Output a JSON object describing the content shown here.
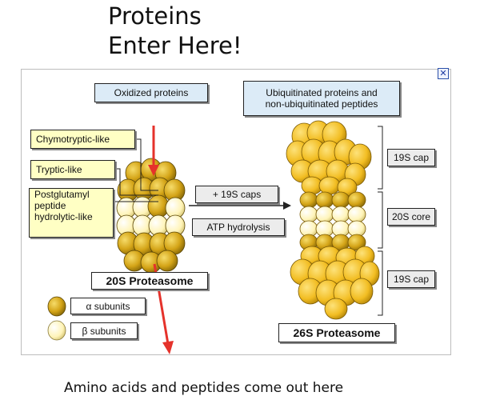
{
  "title": {
    "line1": "Proteins",
    "line2": "Enter Here!"
  },
  "labels": {
    "oxidized": "Oxidized proteins",
    "ubiquitinated_line1": "Ubiquitinated proteins and",
    "ubiquitinated_line2": "non-ubiquitinated peptides",
    "chymotryptic": "Chymotryptic-like",
    "tryptic": "Tryptic-like",
    "postglutamyl_line1": "Postglutamyl",
    "postglutamyl_line2": "peptide",
    "postglutamyl_line3": "hydrolytic-like",
    "caps": "+ 19S caps",
    "atp": "ATP hydrolysis",
    "cap_top": "19S cap",
    "core": "20S core",
    "cap_bottom": "19S cap",
    "proteasome_20s": "20S Proteasome",
    "proteasome_26s": "26S Proteasome",
    "alpha": "α subunits",
    "beta": "β subunits"
  },
  "bottom_caption": "Amino acids and peptides come out here",
  "colors": {
    "alpha_subunit": "#d4a417",
    "beta_subunit": "#fff7c2",
    "cap_subunit": "#f5c32c",
    "arrow_red": "#e5322b",
    "label_blue": "#dcebf7",
    "label_yellow": "#ffffc4"
  },
  "icons": {
    "close": "close-icon"
  }
}
